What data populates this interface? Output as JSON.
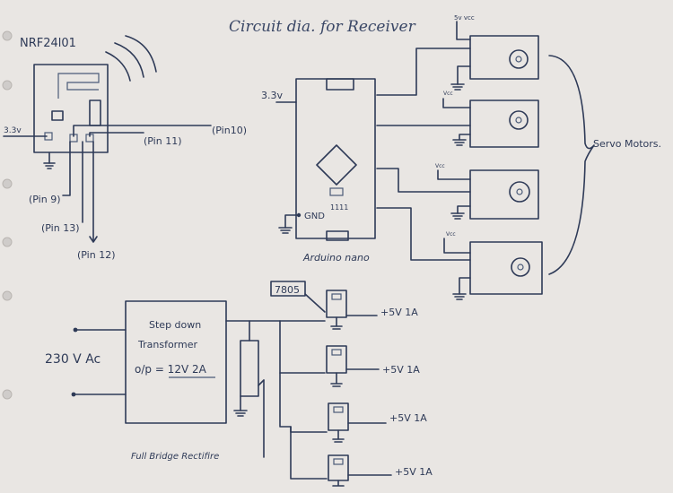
{
  "diagram": {
    "title": "Circuit dia. for Receiver",
    "nrf": {
      "name": "NRF24l01",
      "vcc": "3.3v",
      "pins": {
        "p10": "(Pin10)",
        "p11": "(Pin 11)",
        "p9": "(Pin 9)",
        "p13": "(Pin 13)",
        "p12": "(Pin 12)"
      }
    },
    "arduino": {
      "name": "Arduino nano",
      "vcc": "3.3v",
      "gnd": "GND",
      "marks": "1111"
    },
    "servos": {
      "label": "Servo Motors.",
      "top_vcc": "5v vcc",
      "vcc": [
        "Vcc",
        "Vcc",
        "Vcc"
      ]
    },
    "power": {
      "ac": "230 V Ac",
      "transformer": [
        "Step down",
        "Transformer",
        "o/p = 12V 2A"
      ],
      "rectifier": "Full Bridge Rectifire",
      "regulator": "7805",
      "outputs": [
        "+5V 1A",
        "+5V 1A",
        "+5V 1A",
        "+5V 1A"
      ]
    }
  }
}
